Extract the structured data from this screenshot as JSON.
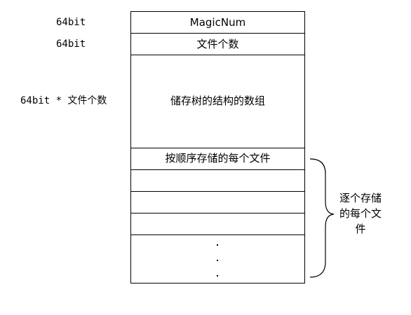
{
  "left_labels": {
    "row1": "64bit",
    "row2": "64bit",
    "row3": "64bit * 文件个数"
  },
  "cells": {
    "magic": "MagicNum",
    "file_count": "文件个数",
    "tree_array": "储存树的结构的数组",
    "files_first": "按顺序存储的每个文件"
  },
  "ellipsis": "...",
  "brace_label": {
    "line1": "逐个存储",
    "line2": "的每个文",
    "line3": "件"
  },
  "colors": {
    "line": "#000000",
    "background": "#ffffff"
  }
}
